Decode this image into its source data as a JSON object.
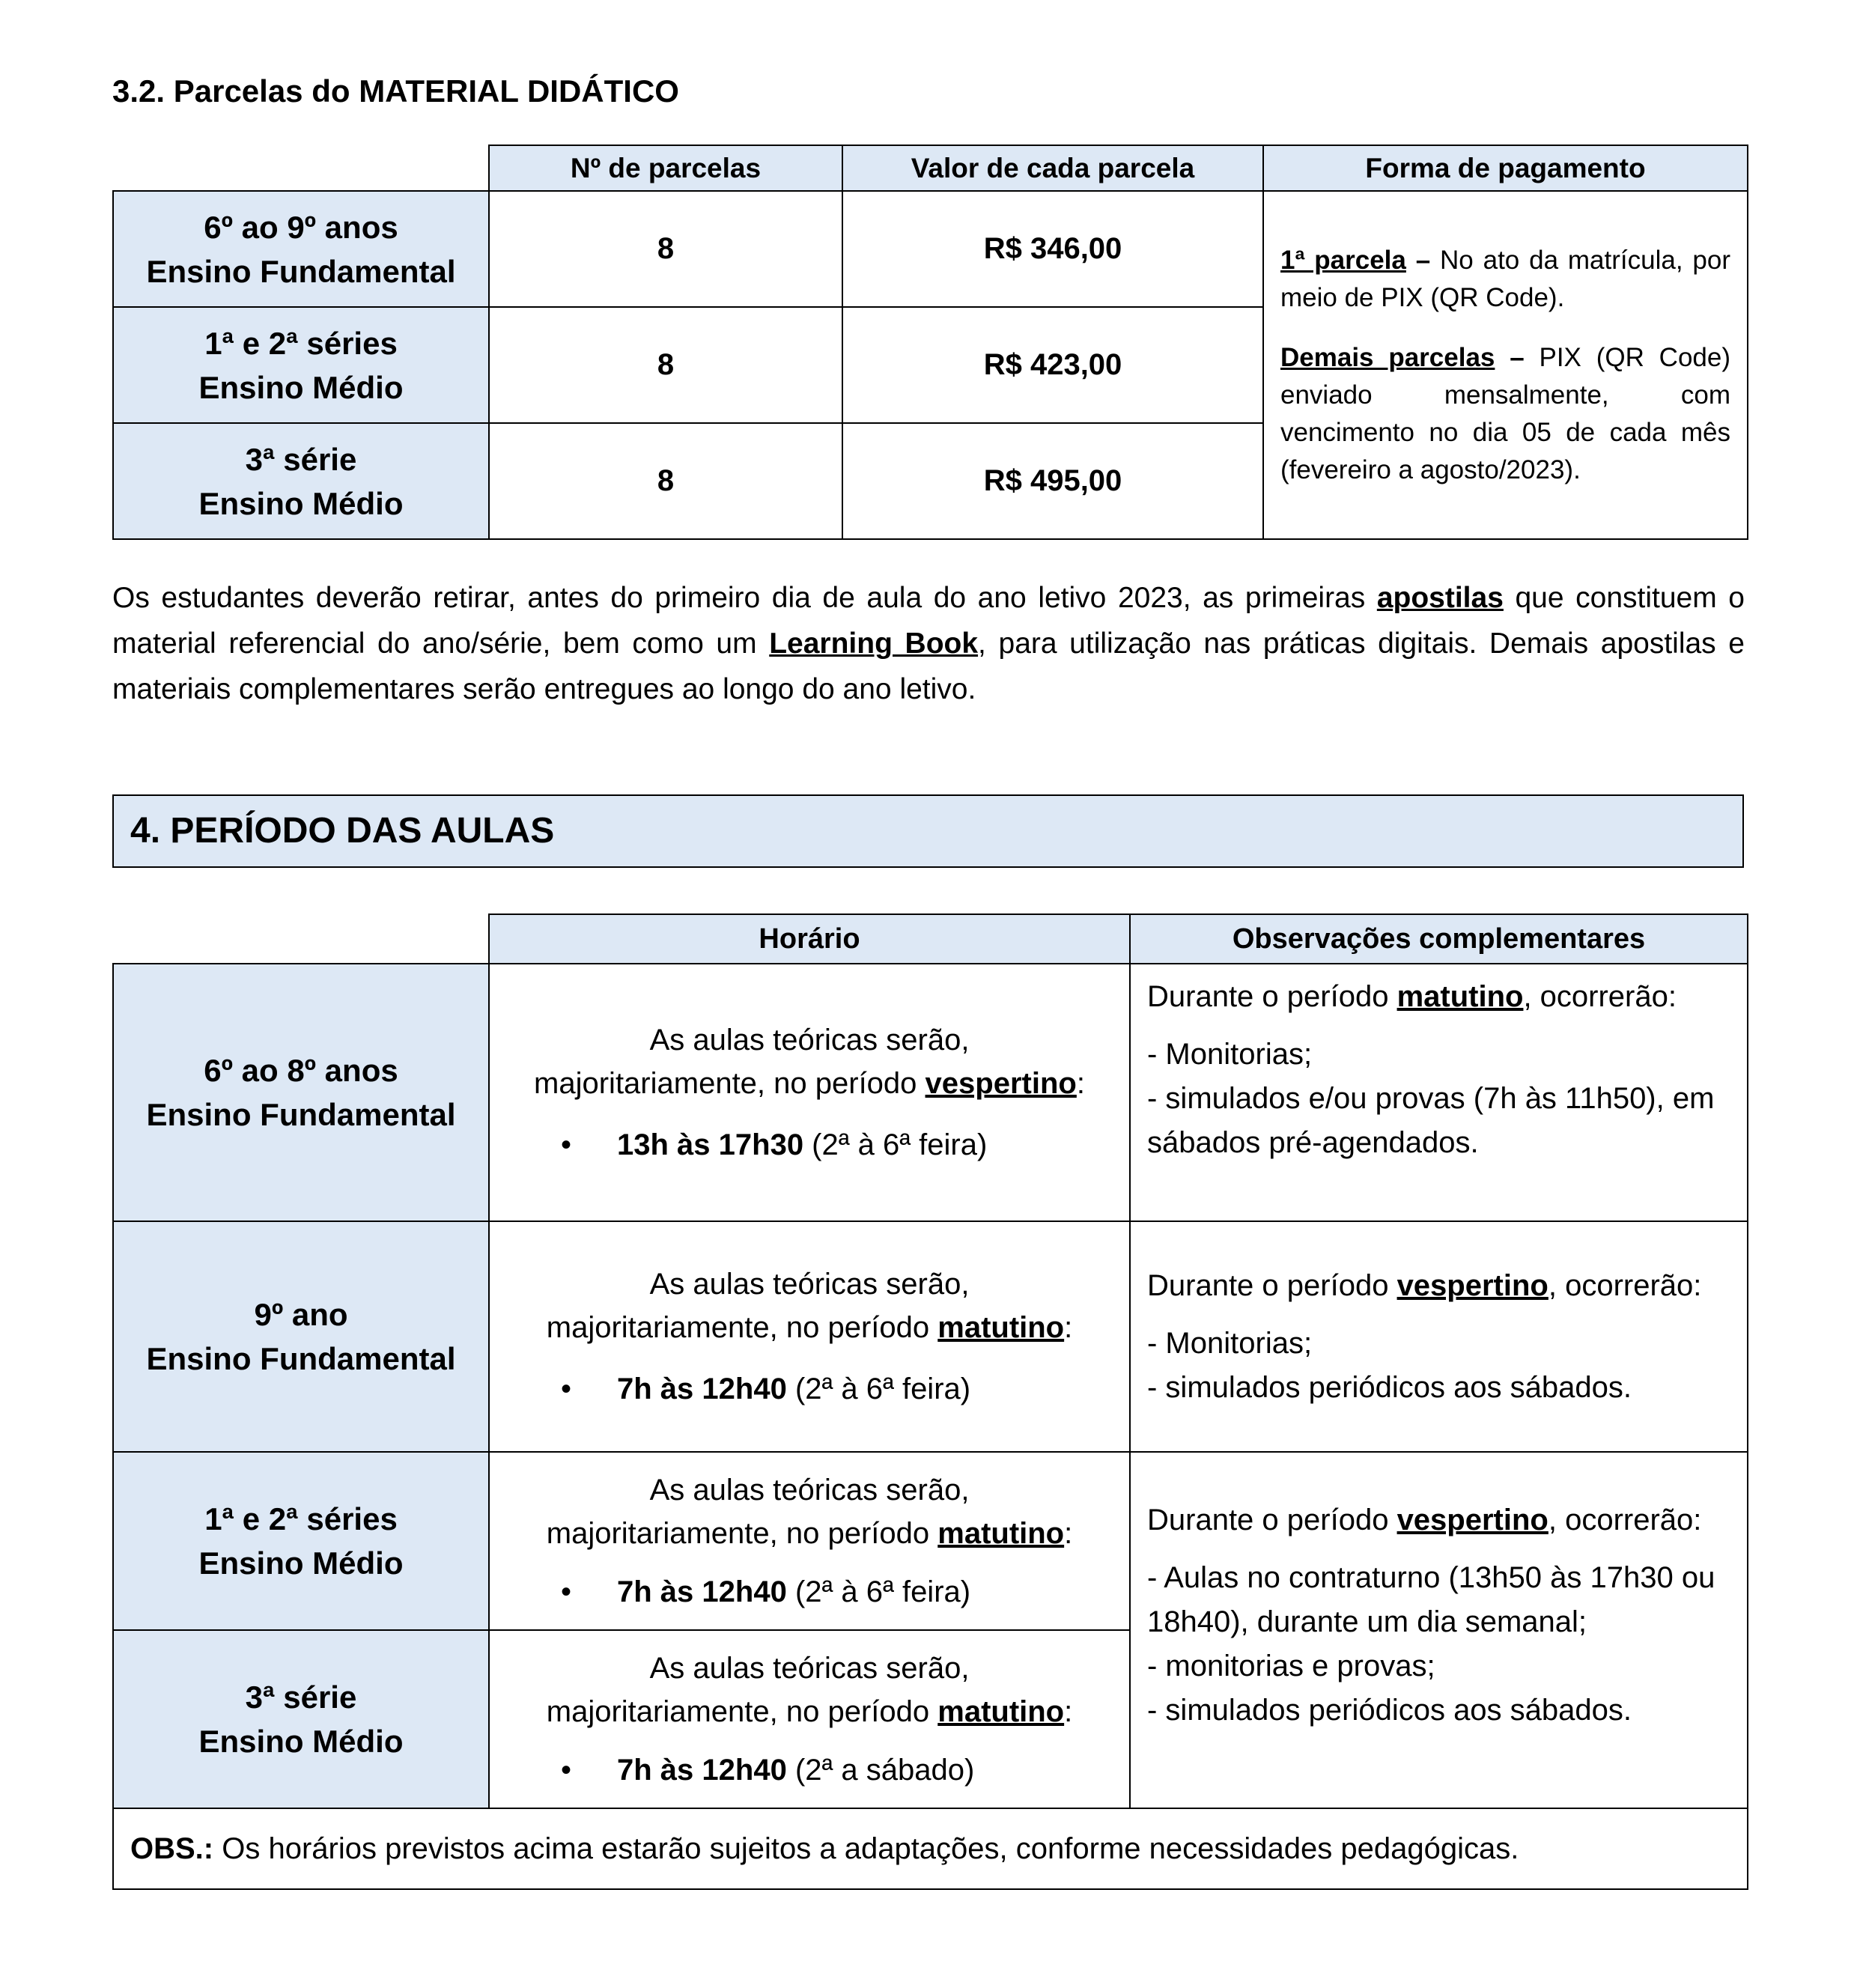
{
  "section32": {
    "title": "3.2. Parcelas do MATERIAL DIDÁTICO",
    "headers": [
      "Nº de parcelas",
      "Valor de cada parcela",
      "Forma de pagamento"
    ],
    "rows": [
      {
        "line1": "6º ao 9º anos",
        "line2": "Ensino Fundamental",
        "parcelas": "8",
        "valor": "R$ 346,00"
      },
      {
        "line1": "1ª e 2ª séries",
        "line2": "Ensino Médio",
        "parcelas": "8",
        "valor": "R$ 423,00"
      },
      {
        "line1": "3ª série",
        "line2": "Ensino Médio",
        "parcelas": "8",
        "valor": "R$ 495,00"
      }
    ],
    "payment": {
      "first_label": "1ª parcela",
      "first_sep": " – ",
      "first_text": "No ato da matrícula, por meio de PIX (QR Code).",
      "rest_label": "Demais parcelas",
      "rest_sep": " – ",
      "rest_text": "PIX (QR Code) enviado mensalmente, com vencimento no dia 05 de cada mês (fevereiro a agosto/2023)."
    }
  },
  "paragraph": {
    "part1": "Os estudantes deverão retirar, antes do primeiro dia de aula do ano letivo 2023, as primeiras ",
    "apostilas": "apostilas",
    "part2": " que constituem o material referencial do ano/série, bem como um ",
    "learning_book": "Learning Book",
    "part3": ", para utilização nas práticas digitais. Demais apostilas e materiais complementares serão entregues ao longo do ano letivo."
  },
  "section4": {
    "title": "4. PERÍODO DAS AULAS",
    "headers": [
      "Horário",
      "Observações complementares"
    ],
    "rows": [
      {
        "line1": "6º ao 8º anos",
        "line2": "Ensino Fundamental",
        "h_line1": "As aulas teóricas serão,",
        "h_line2_pre": "majoritariamente, no período ",
        "h_period": "vespertino",
        "h_colon": ":",
        "h_time": "13h às 17h30",
        "h_days": " (2ª à 6ª feira)"
      },
      {
        "line1": "9º ano",
        "line2": "Ensino Fundamental",
        "h_line1": "As aulas teóricas serão,",
        "h_line2_pre": "majoritariamente, no período ",
        "h_period": "matutino",
        "h_colon": ":",
        "h_time": "7h às 12h40",
        "h_days": " (2ª à 6ª feira)"
      },
      {
        "line1": "1ª e 2ª séries",
        "line2": "Ensino Médio",
        "h_line1": "As aulas teóricas serão,",
        "h_line2_pre": "majoritariamente, no período ",
        "h_period": "matutino",
        "h_colon": ":",
        "h_time": "7h às 12h40",
        "h_days": " (2ª à 6ª feira)"
      },
      {
        "line1": "3ª série",
        "line2": "Ensino Médio",
        "h_line1": "As aulas teóricas serão,",
        "h_line2_pre": "majoritariamente, no período ",
        "h_period": "matutino",
        "h_colon": ":",
        "h_time": "7h às 12h40",
        "h_days": " (2ª a sábado)"
      }
    ],
    "obs": [
      {
        "intro_pre": "Durante o período ",
        "intro_period": "matutino",
        "intro_post": ", ocorrerão:",
        "items": [
          "- Monitorias;",
          "- simulados e/ou provas (7h às 11h50), em sábados pré-agendados."
        ]
      },
      {
        "intro_pre": "Durante o período ",
        "intro_period": "vespertino",
        "intro_post": ", ocorrerão:",
        "items": [
          "- Monitorias;",
          "- simulados periódicos aos sábados."
        ]
      },
      {
        "intro_pre": "Durante o período ",
        "intro_period": "vespertino",
        "intro_post": ", ocorrerão:",
        "items": [
          "-  Aulas no contraturno (13h50 às 17h30 ou 18h40), durante um dia semanal;",
          "- monitorias e provas;",
          "- simulados periódicos aos sábados."
        ]
      }
    ],
    "note_label": "OBS.:",
    "note_text": " Os horários previstos acima estarão sujeitos a adaptações, conforme necessidades pedagógicas."
  }
}
